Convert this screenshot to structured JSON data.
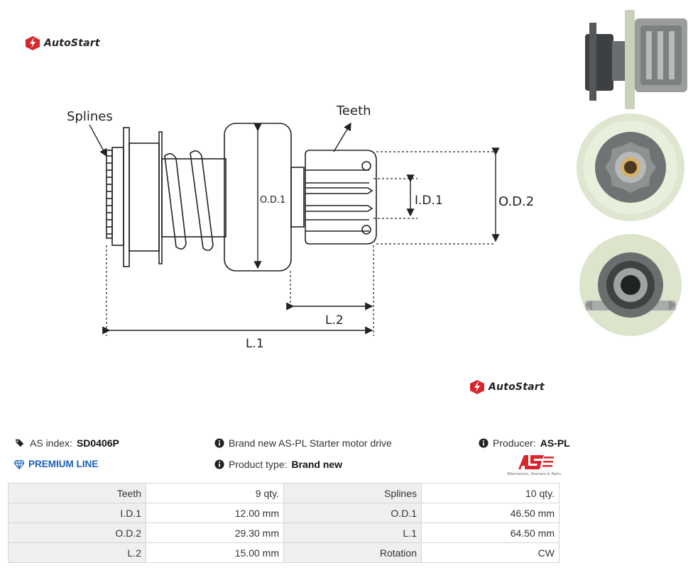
{
  "brand": {
    "name": "AutoStart",
    "accent_color": "#d9262c"
  },
  "diagram": {
    "labels": {
      "splines": "Splines",
      "teeth": "Teeth",
      "od1": "O.D.1",
      "id1": "I.D.1",
      "od2": "O.D.2",
      "l2": "L.2",
      "l1": "L.1"
    }
  },
  "photos": {
    "side": "starter-drive-side-view",
    "front": "starter-drive-pinion-view",
    "back": "starter-drive-rear-view"
  },
  "product": {
    "index_label": "AS index:",
    "index_value": "SD0406P",
    "premium_label": "PREMIUM LINE",
    "description": "Brand new AS-PL Starter motor drive",
    "type_label": "Product type:",
    "type_value": "Brand new",
    "producer_label": "Producer:",
    "producer_value": "AS-PL",
    "producer_logo_tagline": "Alternators, Starters & Parts"
  },
  "specs": [
    {
      "label_a": "Teeth",
      "value_a": "9 qty.",
      "label_b": "Splines",
      "value_b": "10 qty."
    },
    {
      "label_a": "I.D.1",
      "value_a": "12.00 mm",
      "label_b": "O.D.1",
      "value_b": "46.50 mm"
    },
    {
      "label_a": "O.D.2",
      "value_a": "29.30 mm",
      "label_b": "L.1",
      "value_b": "64.50 mm"
    },
    {
      "label_a": "L.2",
      "value_a": "15.00 mm",
      "label_b": "Rotation",
      "value_b": "CW"
    }
  ],
  "colors": {
    "premium": "#1a5fb4",
    "table_label_bg": "#efefef",
    "table_border": "#d5d5d5"
  }
}
